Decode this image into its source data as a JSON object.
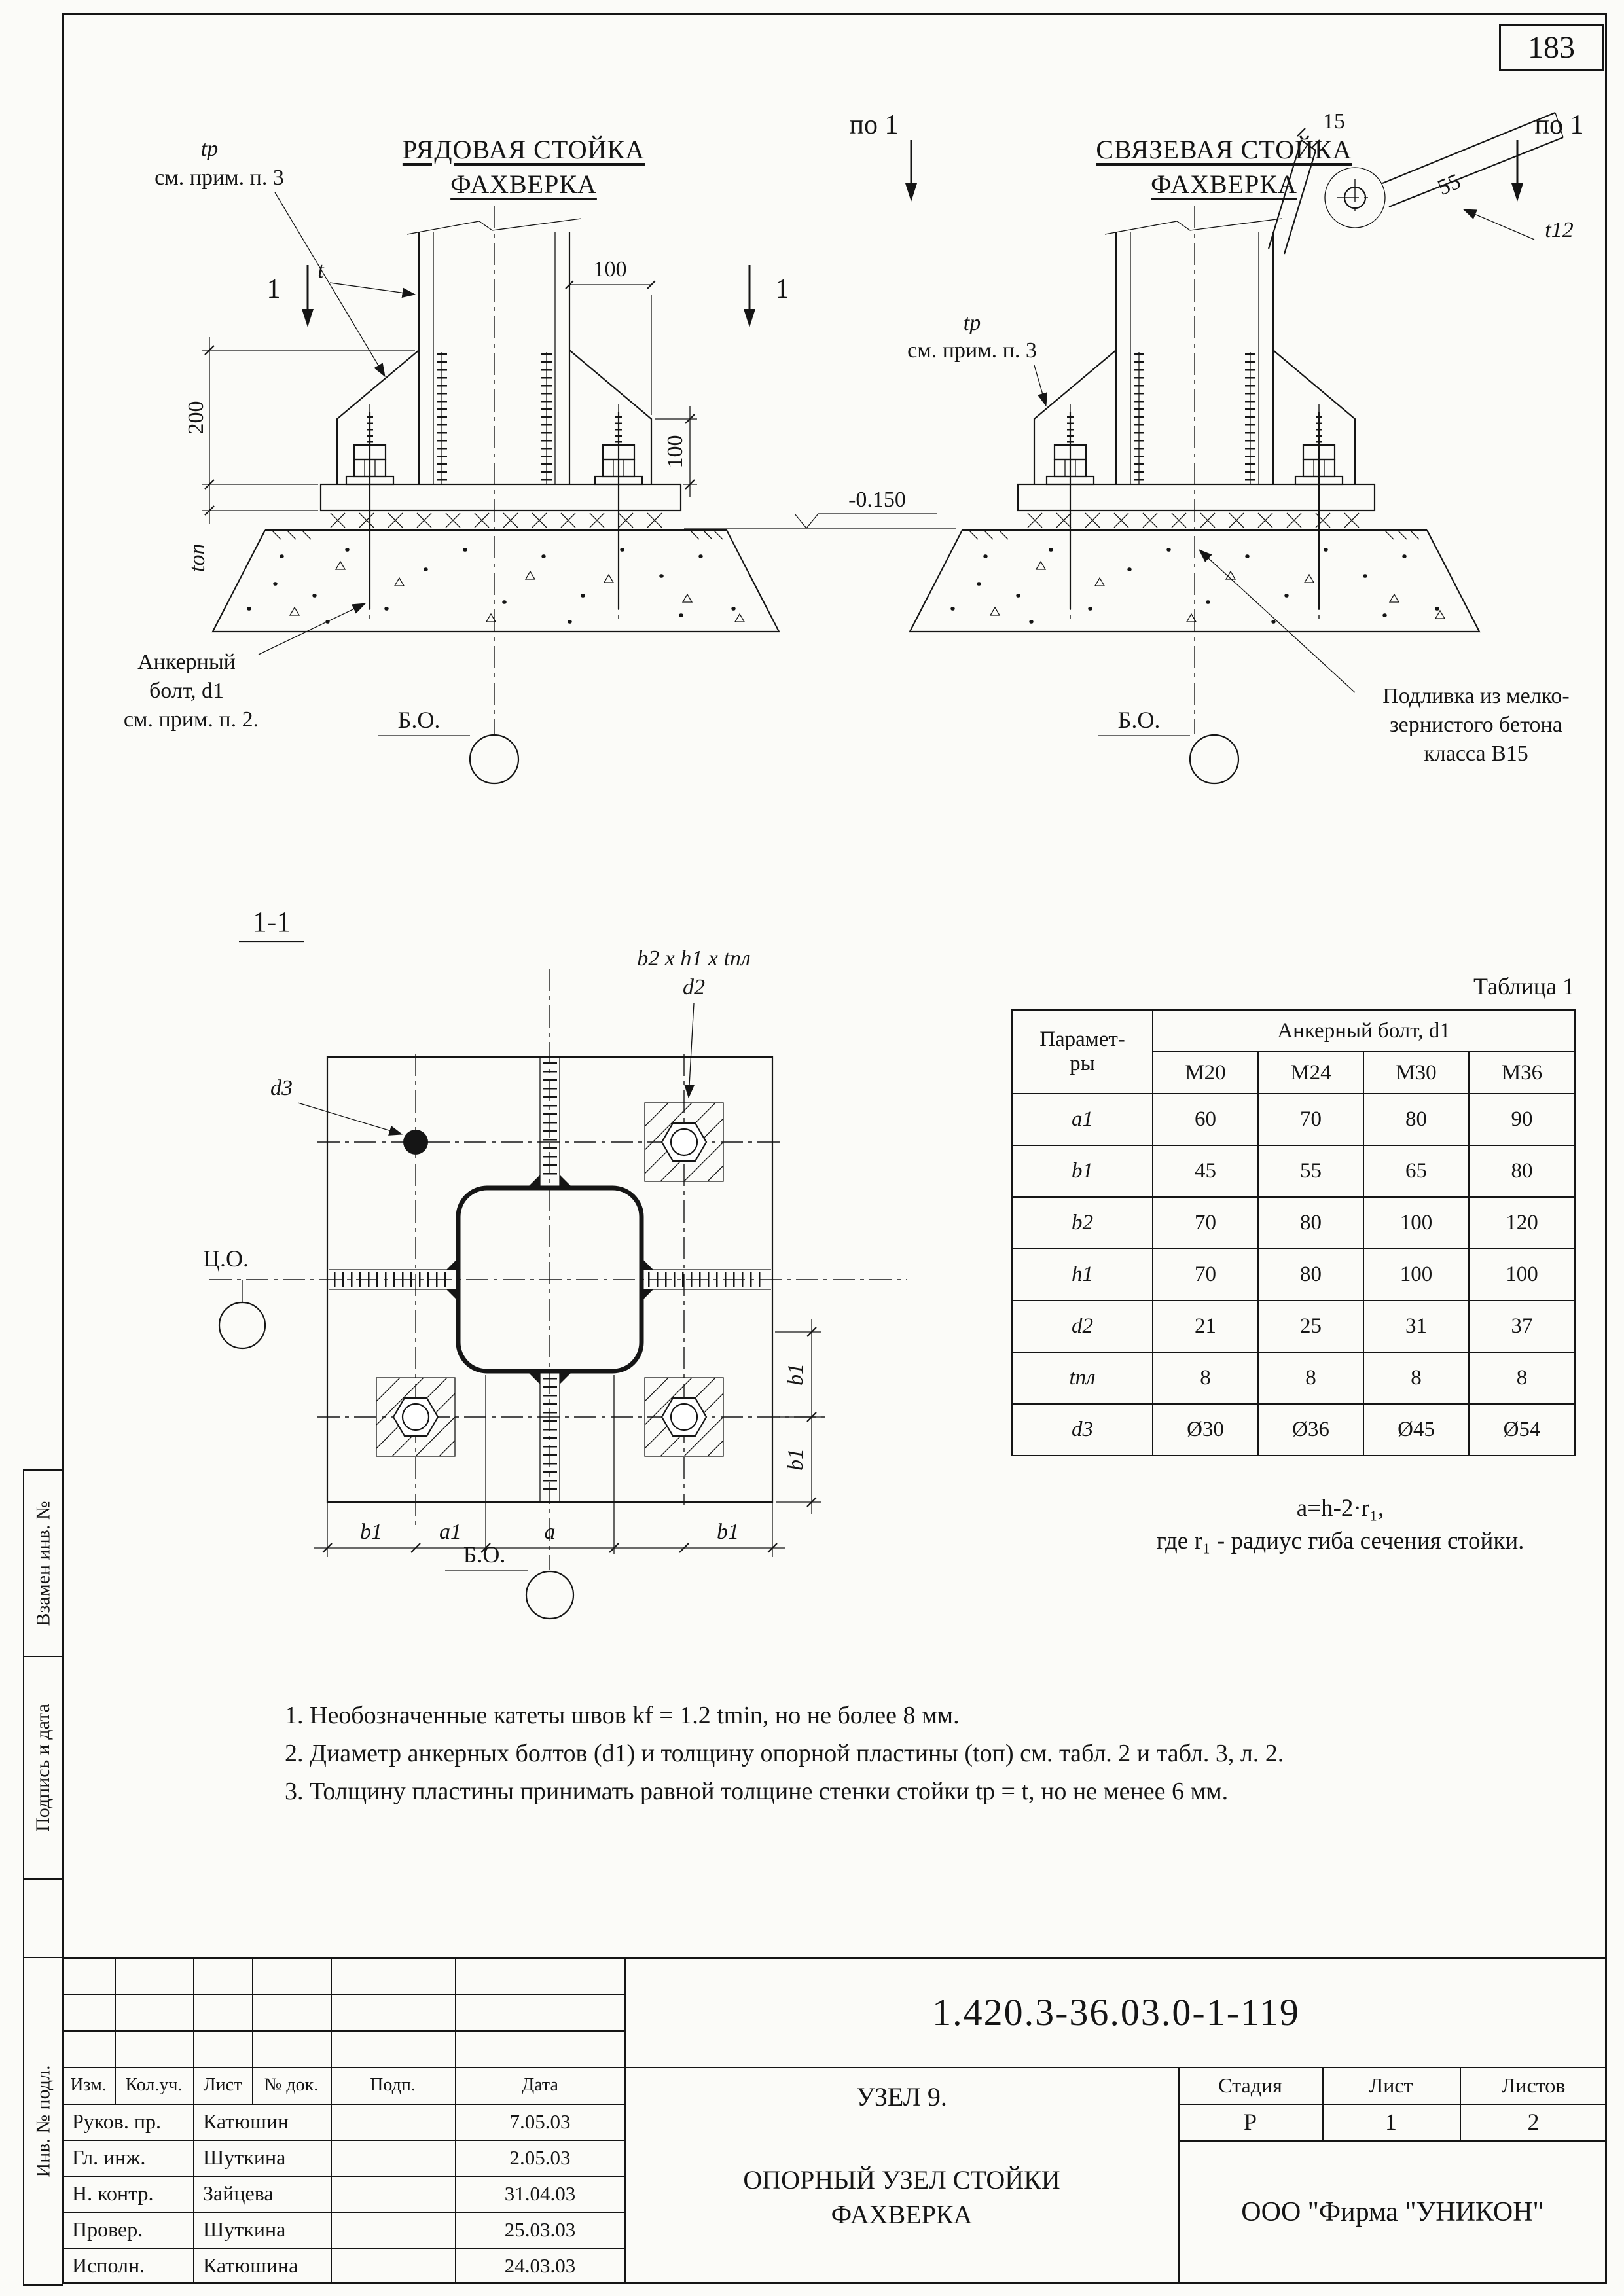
{
  "page_number": "183",
  "left_view": {
    "title1": "РЯДОВАЯ СТОЙКА",
    "title2": "ФАХВЕРКА",
    "mark_left": "1",
    "mark_right": "1",
    "tp": "tр",
    "see_note": "см. прим. п. 3",
    "t": "t",
    "dim_100_top": "100",
    "dim_100_right": "100",
    "dim_200": "200",
    "t_op": "tоп",
    "elevation": "-0.150",
    "anchor_note_1": "Анкерный",
    "anchor_note_2": "болт, d1",
    "anchor_note_3": "см. прим. п. 2.",
    "bo": "Б.О."
  },
  "right_view": {
    "title1": "СВЯЗЕВАЯ СТОЙКА",
    "title2": "ФАХВЕРКА",
    "mark_left": "по 1",
    "mark_right": "по 1",
    "tp": "tр",
    "see_note": "см. прим. п. 3",
    "dim_15": "15",
    "dim_55": "55",
    "t12": "t12",
    "bo": "Б.О.",
    "grout_1": "Подливка из мелко-",
    "grout_2": "зернистого бетона",
    "grout_3": "класса В15"
  },
  "section_view": {
    "title": "1-1",
    "plate_label_1": "b2 x h1 x tпл",
    "plate_label_2": "d2",
    "d3": "d3",
    "co": "Ц.О.",
    "bo": "Б.О.",
    "dim_b1_bottom_left": "b1",
    "dim_a1": "a1",
    "dim_a": "a",
    "dim_b1_bottom_right": "b1",
    "dim_b1_right_upper": "b1",
    "dim_b1_right_lower": "b1"
  },
  "table": {
    "caption": "Таблица 1",
    "param_header_1": "Парамет-",
    "param_header_2": "ры",
    "group_header": "Анкерный болт, d1",
    "columns": [
      "М20",
      "М24",
      "М30",
      "М36"
    ],
    "rows": [
      {
        "param": "a1",
        "values": [
          "60",
          "70",
          "80",
          "90"
        ]
      },
      {
        "param": "b1",
        "values": [
          "45",
          "55",
          "65",
          "80"
        ]
      },
      {
        "param": "b2",
        "values": [
          "70",
          "80",
          "100",
          "120"
        ]
      },
      {
        "param": "h1",
        "values": [
          "70",
          "80",
          "100",
          "100"
        ]
      },
      {
        "param": "d2",
        "values": [
          "21",
          "25",
          "31",
          "37"
        ]
      },
      {
        "param": "tпл",
        "values": [
          "8",
          "8",
          "8",
          "8"
        ]
      },
      {
        "param": "d3",
        "values": [
          "Ø30",
          "Ø36",
          "Ø45",
          "Ø54"
        ]
      }
    ],
    "formula_1": "a=h-2·r₁,",
    "formula_2": "где r₁ - радиус гиба сечения стойки."
  },
  "notes": [
    "1. Необозначенные катеты швов  kf = 1.2 tmin, но не более 8 мм.",
    "2. Диаметр анкерных болтов (d1) и толщину опорной пластины (tоп) см. табл. 2 и табл. 3, л. 2.",
    "3. Толщину пластины принимать равной толщине стенки стойки tр = t, но не менее 6 мм."
  ],
  "side_labels": {
    "label_1": "Взамен инв. №",
    "label_2": "Подпись и дата",
    "label_3": "Инв. № подл."
  },
  "stamp": {
    "doc_number": "1.420.3-36.03.0-1-119",
    "headers": [
      "Изм.",
      "Кол.уч.",
      "Лист",
      "№ док.",
      "Подп.",
      "Дата"
    ],
    "rows": [
      {
        "role": "Руков. пр.",
        "name": "Катюшин",
        "date": "7.05.03"
      },
      {
        "role": "Гл. инж.",
        "name": "Шуткина",
        "date": "2.05.03"
      },
      {
        "role": "Н. контр.",
        "name": "Зайцева",
        "date": "31.04.03"
      },
      {
        "role": "Провер.",
        "name": "Шуткина",
        "date": "25.03.03"
      },
      {
        "role": "Исполн.",
        "name": "Катюшина",
        "date": "24.03.03"
      }
    ],
    "node": "УЗЕЛ 9.",
    "subtitle_1": "ОПОРНЫЙ УЗЕЛ СТОЙКИ",
    "subtitle_2": "ФАХВЕРКА",
    "stage_headers": [
      "Стадия",
      "Лист",
      "Листов"
    ],
    "stage_values": [
      "Р",
      "1",
      "2"
    ],
    "company": "ООО  \"Фирма \"УНИКОН\""
  }
}
